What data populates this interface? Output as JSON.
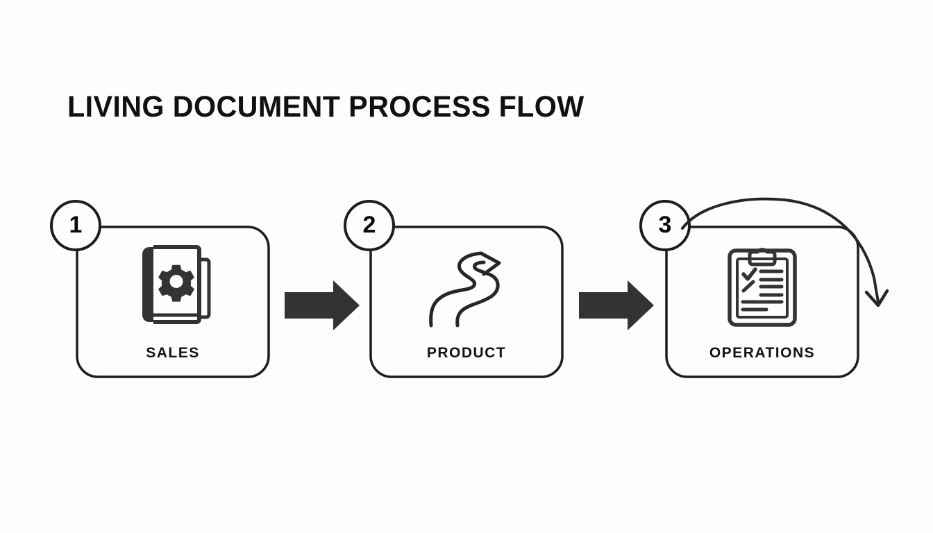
{
  "page": {
    "title": "LIVING DOCUMENT PROCESS FLOW",
    "background_color": "#fdfdfe",
    "ink_color": "#1d1d1d",
    "arrow_color": "#333333"
  },
  "flow": {
    "steps": [
      {
        "number": "1",
        "label": "SALES",
        "icon": "book-gear-icon"
      },
      {
        "number": "2",
        "label": "PRODUCT",
        "icon": "winding-arrow-icon"
      },
      {
        "number": "3",
        "label": "OPERATIONS",
        "icon": "clipboard-checklist-icon"
      }
    ],
    "connectors": [
      {
        "name": "arrow-sales-to-product",
        "icon": "right-arrow-icon"
      },
      {
        "name": "arrow-product-to-operations",
        "icon": "right-arrow-icon"
      }
    ],
    "loop_back": {
      "name": "loop-back-arrow",
      "icon": "curved-down-arrow-icon"
    }
  }
}
